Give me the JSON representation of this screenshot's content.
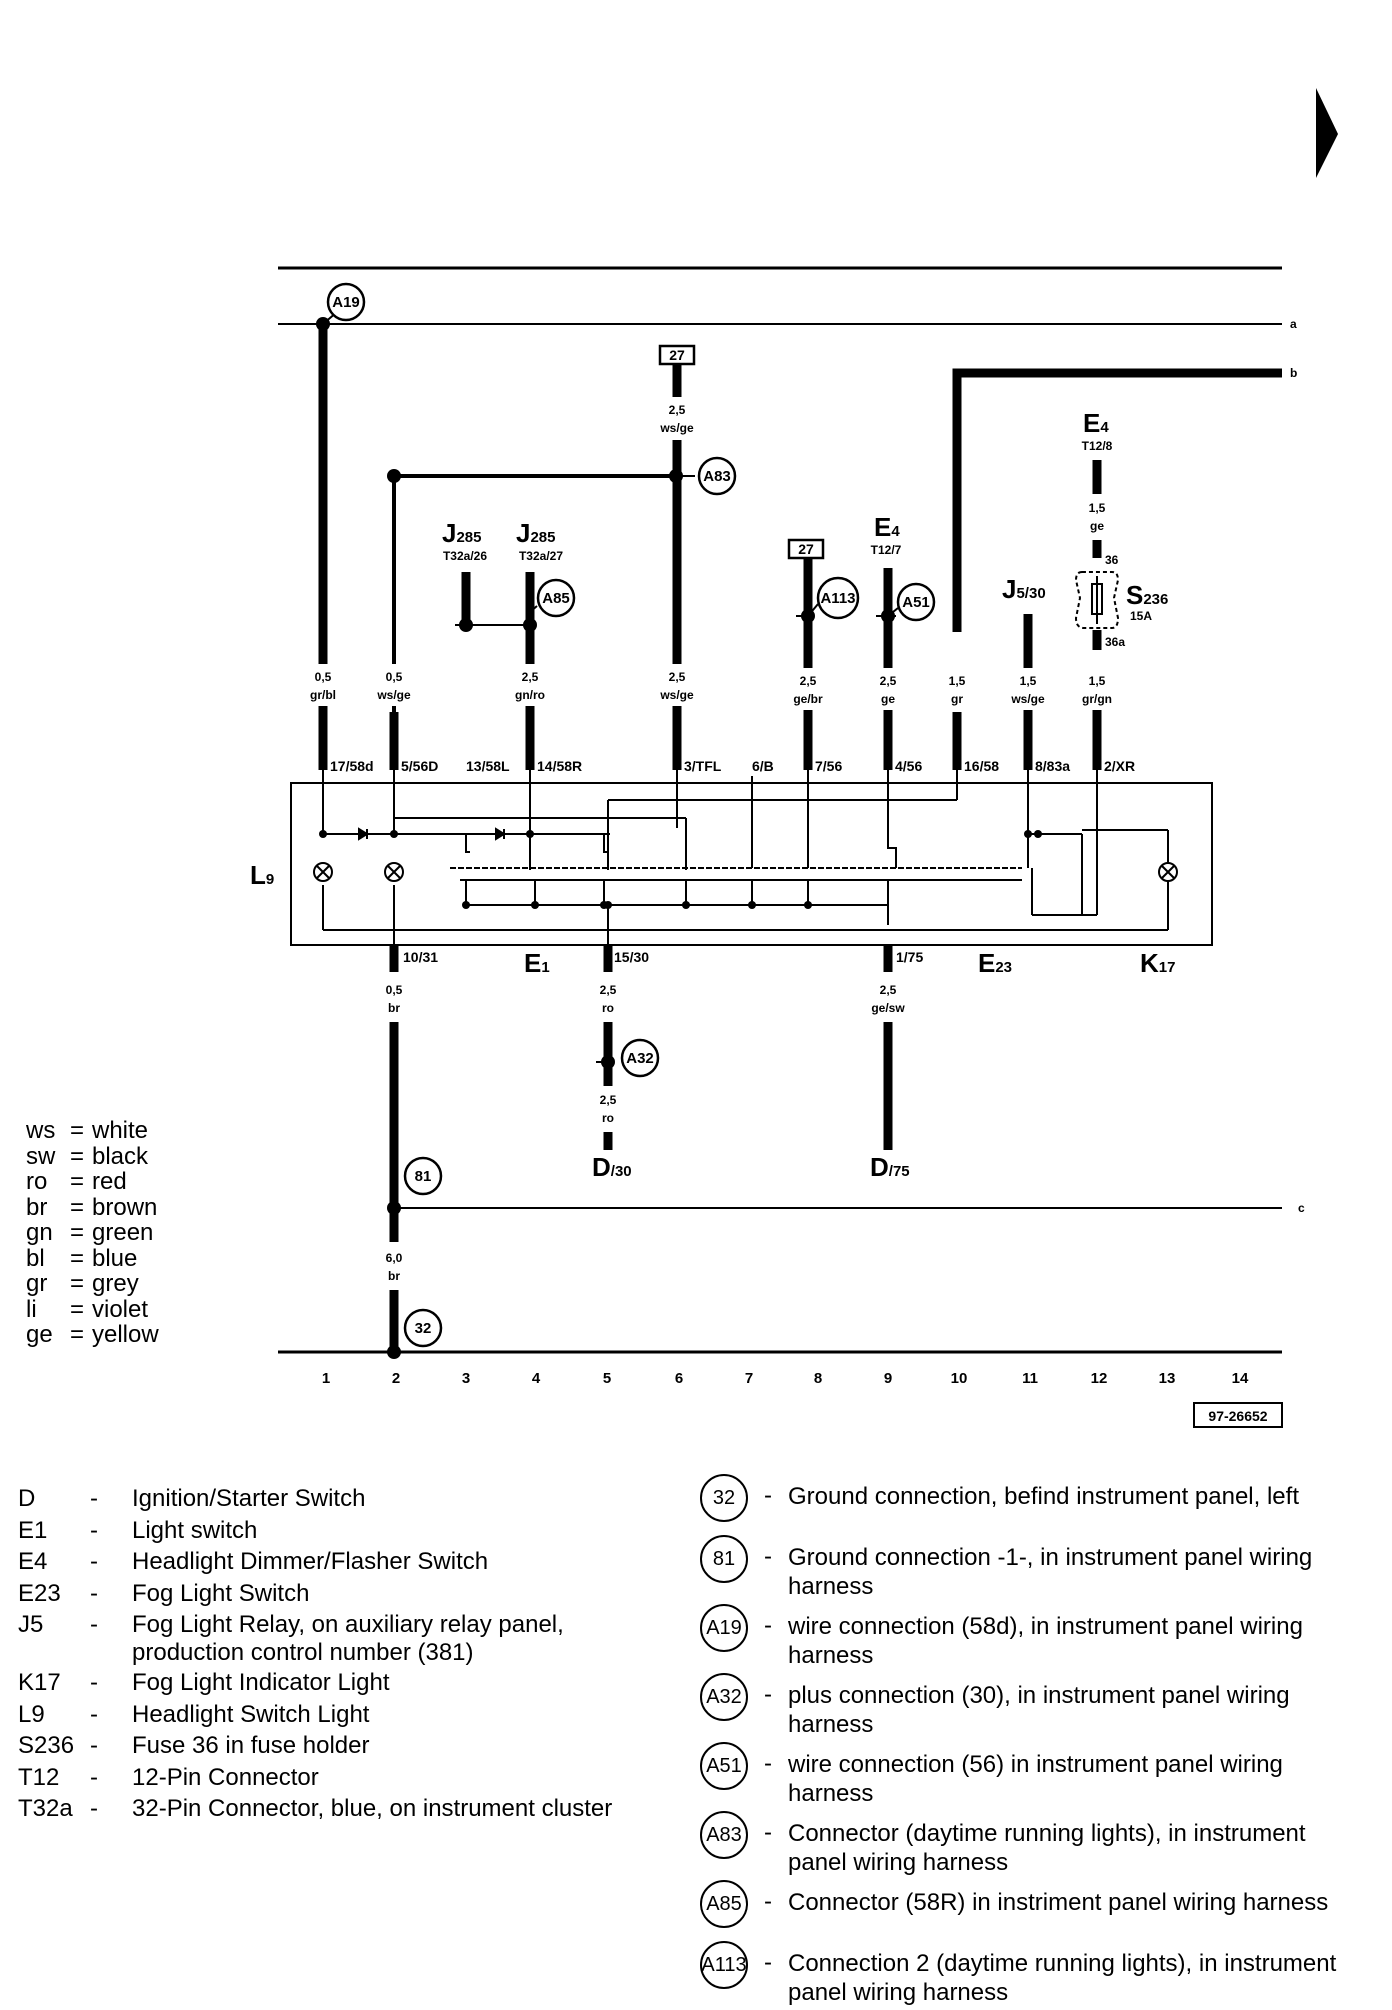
{
  "top_arrow_icon": "right-triangle-arrow",
  "rails": {
    "a": "a",
    "b": "b",
    "c": "c"
  },
  "diagram_code": "97-26652",
  "columns": [
    "1",
    "2",
    "3",
    "4",
    "5",
    "6",
    "7",
    "8",
    "9",
    "10",
    "11",
    "12",
    "13",
    "14"
  ],
  "circles": {
    "A19": "A19",
    "A83": "A83",
    "A85": "A85",
    "A113": "A113",
    "A51": "A51",
    "A32": "A32",
    "g81": "81",
    "g32": "32"
  },
  "boxes": {
    "b27a": "27",
    "b27b": "27"
  },
  "components": {
    "J285a": {
      "main": "J",
      "sub": "285",
      "pin": "T32a/26"
    },
    "J285b": {
      "main": "J",
      "sub": "285",
      "pin": "T32a/27"
    },
    "E4top": {
      "main": "E",
      "sub": "4",
      "pin": "T12/8"
    },
    "E4mid": {
      "main": "E",
      "sub": "4",
      "pin": "T12/7"
    },
    "J5": {
      "main": "J",
      "sub": "5/30"
    },
    "S236": {
      "main": "S",
      "sub": "236",
      "rating": "15A",
      "pin_in": "36",
      "pin_out": "36a"
    },
    "L9": {
      "main": "L",
      "sub": "9"
    },
    "E1": {
      "main": "E",
      "sub": "1"
    },
    "E23": {
      "main": "E",
      "sub": "23"
    },
    "K17": {
      "main": "K",
      "sub": "17"
    },
    "D30": {
      "main": "D",
      "sub": "/30"
    },
    "D75": {
      "main": "D",
      "sub": "/75"
    }
  },
  "wires": {
    "w1": {
      "size": "0,5",
      "color": "gr/bl"
    },
    "w2": {
      "size": "0,5",
      "color": "ws/ge"
    },
    "w4": {
      "size": "2,5",
      "color": "gn/ro"
    },
    "w6": {
      "size": "2,5",
      "color": "ws/ge"
    },
    "w6top": {
      "size": "2,5",
      "color": "ws/ge"
    },
    "w8": {
      "size": "2,5",
      "color": "ge/br"
    },
    "w9": {
      "size": "2,5",
      "color": "ge"
    },
    "w10": {
      "size": "1,5",
      "color": "gr"
    },
    "w11": {
      "size": "1,5",
      "color": "ws/ge"
    },
    "w12": {
      "size": "1,5",
      "color": "gr/gn"
    },
    "w12top": {
      "size": "1,5",
      "color": "ge"
    },
    "w2bot": {
      "size": "0,5",
      "color": "br"
    },
    "w5bot": {
      "size": "2,5",
      "color": "ro"
    },
    "w5bot2": {
      "size": "2,5",
      "color": "ro"
    },
    "w9bot": {
      "size": "2,5",
      "color": "ge/sw"
    },
    "wGnd": {
      "size": "6,0",
      "color": "br"
    }
  },
  "terminals": {
    "top": [
      "17/58d",
      "5/56D",
      "13/58L",
      "14/58R",
      "3/TFL",
      "6/B",
      "7/56",
      "4/56",
      "16/58",
      "8/83a",
      "2/XR"
    ],
    "bottom": [
      "10/31",
      "15/30",
      "1/75"
    ]
  },
  "color_key": [
    {
      "code": "ws",
      "name": "white"
    },
    {
      "code": "sw",
      "name": "black"
    },
    {
      "code": "ro",
      "name": "red"
    },
    {
      "code": "br",
      "name": "brown"
    },
    {
      "code": "gn",
      "name": "green"
    },
    {
      "code": "bl",
      "name": "blue"
    },
    {
      "code": "gr",
      "name": "grey"
    },
    {
      "code": "li",
      "name": "violet"
    },
    {
      "code": "ge",
      "name": "yellow"
    }
  ],
  "legend_components": [
    {
      "code": "D",
      "desc": "Ignition/Starter Switch"
    },
    {
      "code": "E1",
      "desc": "Light switch"
    },
    {
      "code": "E4",
      "desc": "Headlight Dimmer/Flasher Switch"
    },
    {
      "code": "E23",
      "desc": "Fog Light Switch"
    },
    {
      "code": "J5",
      "desc": "Fog Light Relay, on auxiliary relay panel, production control number (381)"
    },
    {
      "code": "K17",
      "desc": "Fog Light Indicator Light"
    },
    {
      "code": "L9",
      "desc": "Headlight Switch Light"
    },
    {
      "code": "S236",
      "desc": "Fuse 36 in fuse holder"
    },
    {
      "code": "T12",
      "desc": "12-Pin Connector"
    },
    {
      "code": "T32a",
      "desc": "32-Pin Connector, blue, on instrument cluster"
    }
  ],
  "legend_connections": [
    {
      "code": "32",
      "desc": "Ground connection, befind instrument panel, left"
    },
    {
      "code": "81",
      "desc": "Ground connection -1-, in instrument panel wiring harness"
    },
    {
      "code": "A19",
      "desc": "wire connection (58d), in instrument panel wiring harness"
    },
    {
      "code": "A32",
      "desc": "plus connection (30), in instrument panel wiring harness"
    },
    {
      "code": "A51",
      "desc": "wire connection (56) in instrument panel wiring harness"
    },
    {
      "code": "A83",
      "desc": "Connector (daytime running lights), in instrument panel wiring harness"
    },
    {
      "code": "A85",
      "desc": "Connector (58R) in instriment panel wiring harness"
    },
    {
      "code": "A113",
      "desc": "Connection 2 (daytime running lights), in instrument panel wiring harness"
    }
  ]
}
